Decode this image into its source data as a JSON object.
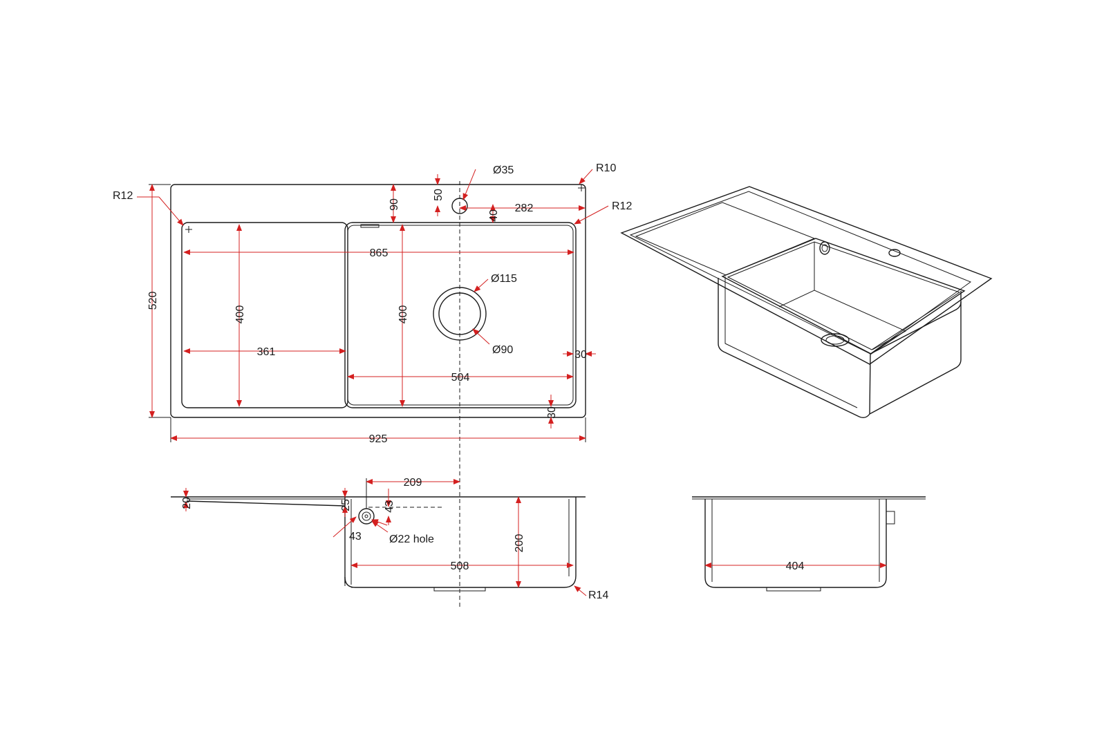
{
  "colors": {
    "line": "#1a1a1a",
    "dimension": "#d42020",
    "background": "#ffffff"
  },
  "dims": {
    "r12_left": "R12",
    "r10": "R10",
    "r12_right": "R12",
    "phi35": "Ø35",
    "d50": "50",
    "d90": "90",
    "d282": "282",
    "d40": "40",
    "d865": "865",
    "phi115": "Ø115",
    "d400_left": "400",
    "d400_right": "400",
    "d520": "520",
    "d361": "361",
    "phi90": "Ø90",
    "d30_right": "30",
    "d504": "504",
    "d30_bottom": "30",
    "d925": "925",
    "d209": "209",
    "d20": "20",
    "d25": "25",
    "d43_v": "43",
    "d43_h": "43",
    "phi22_hole": "Ø22 hole",
    "d200": "200",
    "d508": "508",
    "r14": "R14",
    "d404": "404"
  }
}
